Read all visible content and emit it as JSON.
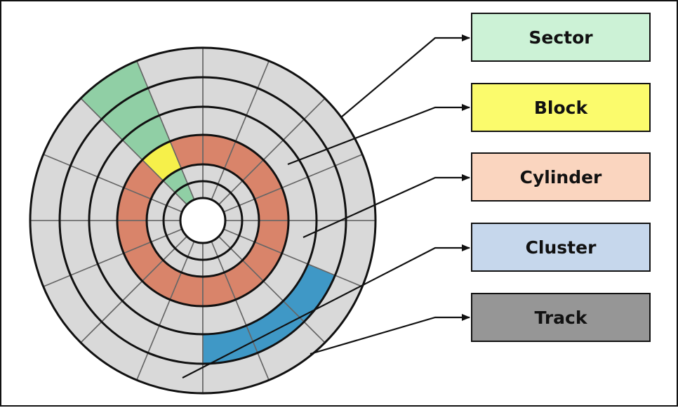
{
  "labels": {
    "sector": "Sector",
    "block": "Block",
    "cylinder": "Cylinder",
    "cluster": "Cluster",
    "track": "Track"
  },
  "colors": {
    "background": "#ffffff",
    "disk_cell": "#d9d9d9",
    "lines": "#666666",
    "outline": "#111111",
    "sector": "#90cfa5",
    "block": "#f6f04a",
    "cylinder": "#d9846a",
    "cluster": "#3f98c6",
    "box_sector": "#ccf2d6",
    "box_block": "#fbfb6c",
    "box_cylinder": "#fad5bf",
    "box_cluster": "#c6d7ec",
    "box_track": "#969696"
  },
  "disk": {
    "tracks": 6,
    "sectors_per_track": 16,
    "cylinder_track": 3,
    "sector_index": 13,
    "block_track": 3,
    "cluster_track": 5,
    "cluster_sectors": [
      4,
      5,
      6
    ]
  }
}
